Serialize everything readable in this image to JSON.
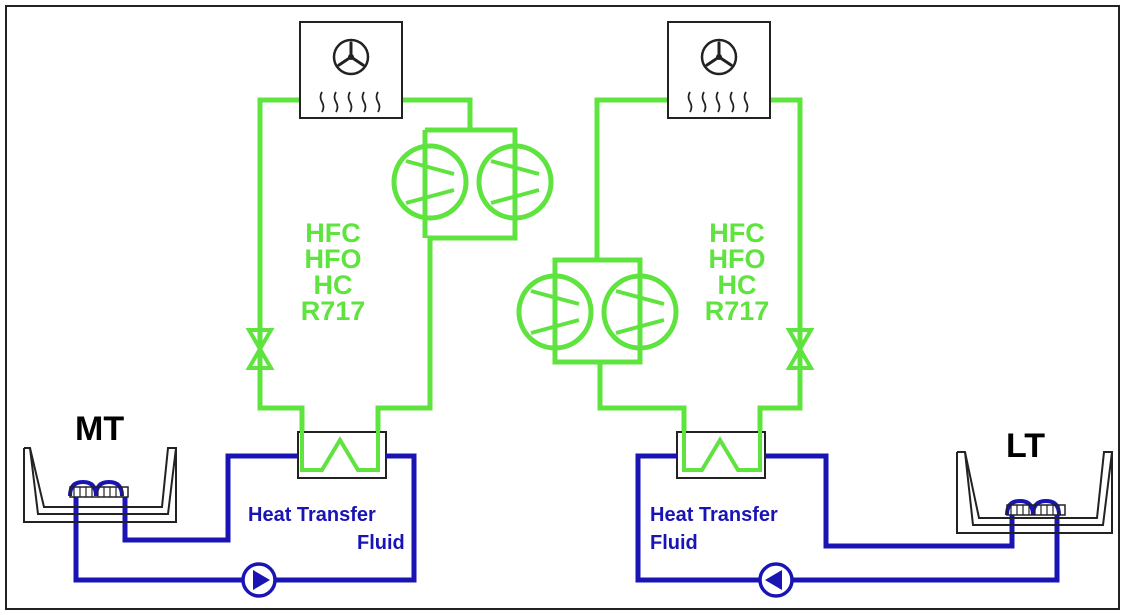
{
  "systems": [
    {
      "temperature_label": "MT",
      "refrigerants": [
        "HFC",
        "HFO",
        "HC",
        "R717"
      ],
      "fluid_label": [
        "Heat Transfer",
        "Fluid"
      ]
    },
    {
      "temperature_label": "LT",
      "refrigerants": [
        "HFC",
        "HFO",
        "HC",
        "R717"
      ],
      "fluid_label": [
        "Heat Transfer",
        "Fluid"
      ]
    }
  ],
  "colors": {
    "refrigerant_loop": "#5fe33f",
    "heat_transfer_fluid_loop": "#1a14b4",
    "outline": "#222222"
  }
}
